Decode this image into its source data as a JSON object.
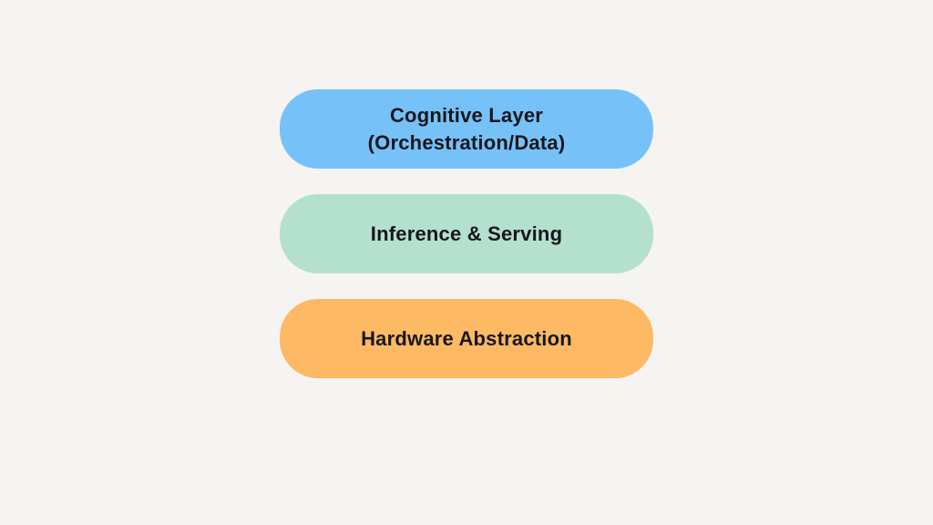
{
  "page": {
    "background_color": "#F5F4F2",
    "text_color": "#17171C"
  },
  "diagram": {
    "type": "layer-stack",
    "layers": [
      {
        "id": "cognitive-layer",
        "lines": [
          "Cognitive Layer",
          "(Orchestration/Data)"
        ],
        "color": "#76C1F8"
      },
      {
        "id": "inference-serving",
        "lines": [
          "Inference & Serving"
        ],
        "color": "#B4E0CE"
      },
      {
        "id": "hardware-abstraction",
        "lines": [
          "Hardware Abstraction"
        ],
        "color": "#FDB963"
      }
    ]
  }
}
